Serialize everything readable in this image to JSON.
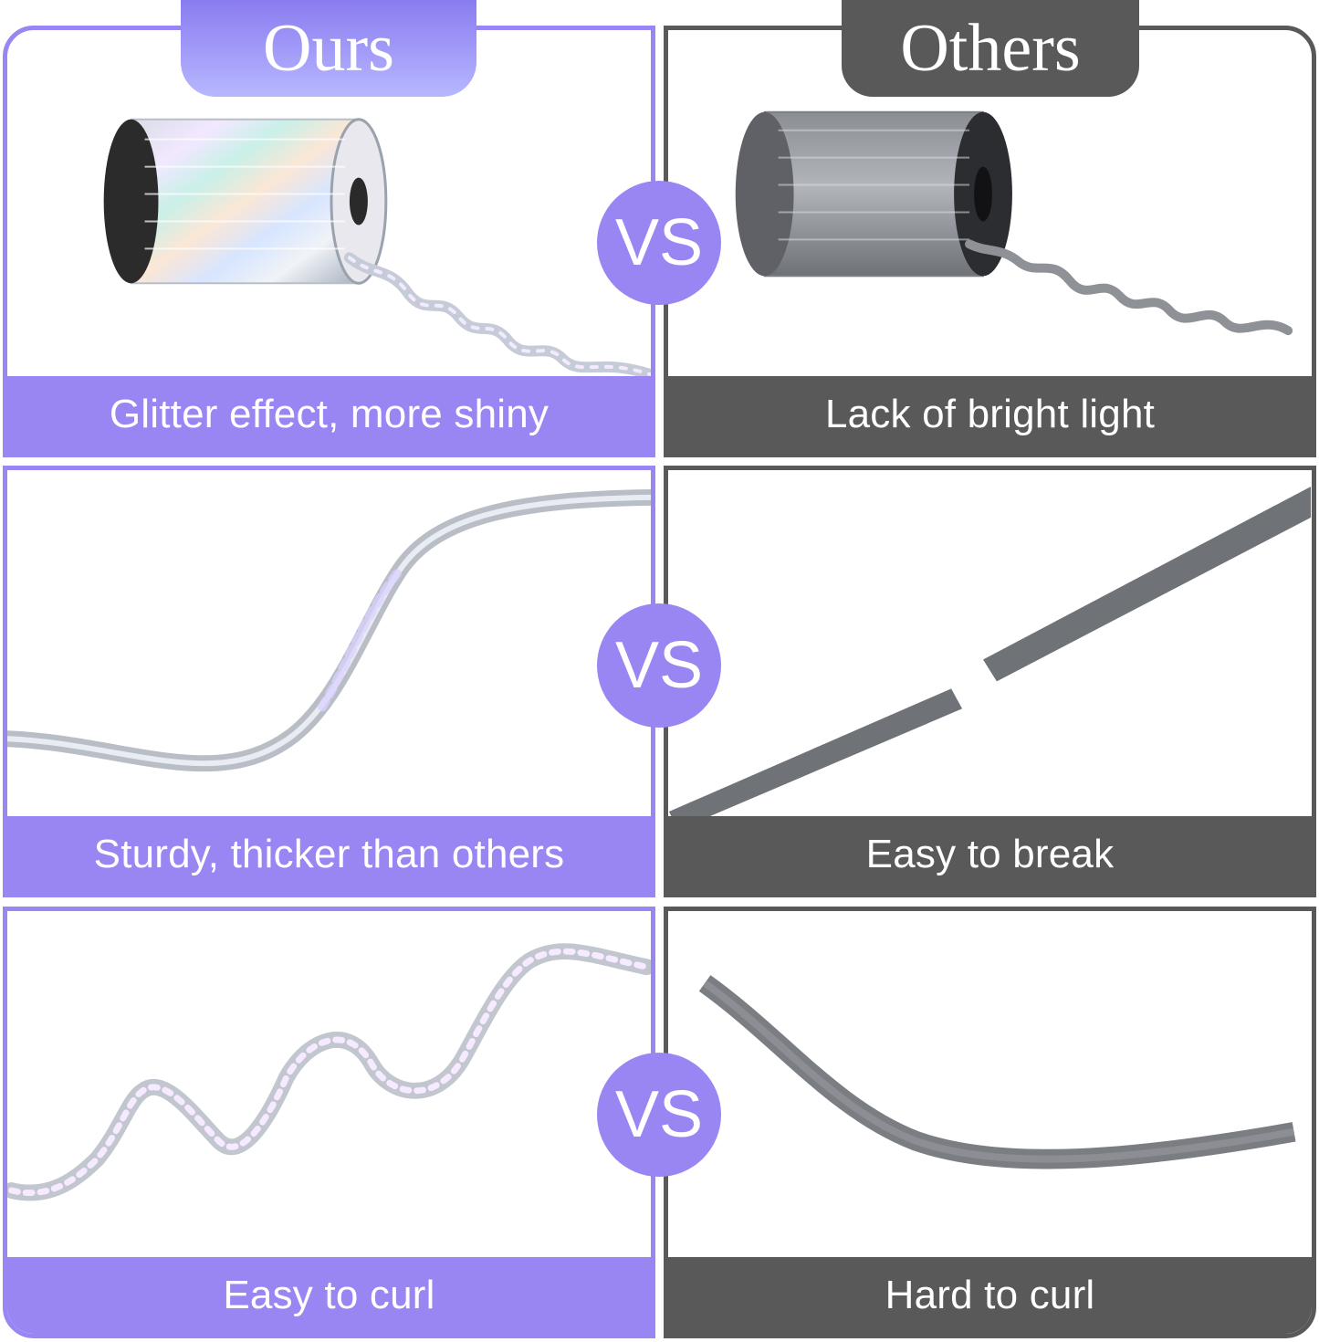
{
  "headers": {
    "ours": "Ours",
    "others": "Others"
  },
  "vs_label": "VS",
  "rows": [
    {
      "ours_caption": "Glitter effect, more shiny",
      "others_caption": "Lack of bright light"
    },
    {
      "ours_caption": "Sturdy, thicker than others",
      "others_caption": "Easy to break"
    },
    {
      "ours_caption": "Easy to curl",
      "others_caption": "Hard to curl"
    }
  ],
  "colors": {
    "ours_accent": "#9a86f2",
    "others_accent": "#595959"
  }
}
